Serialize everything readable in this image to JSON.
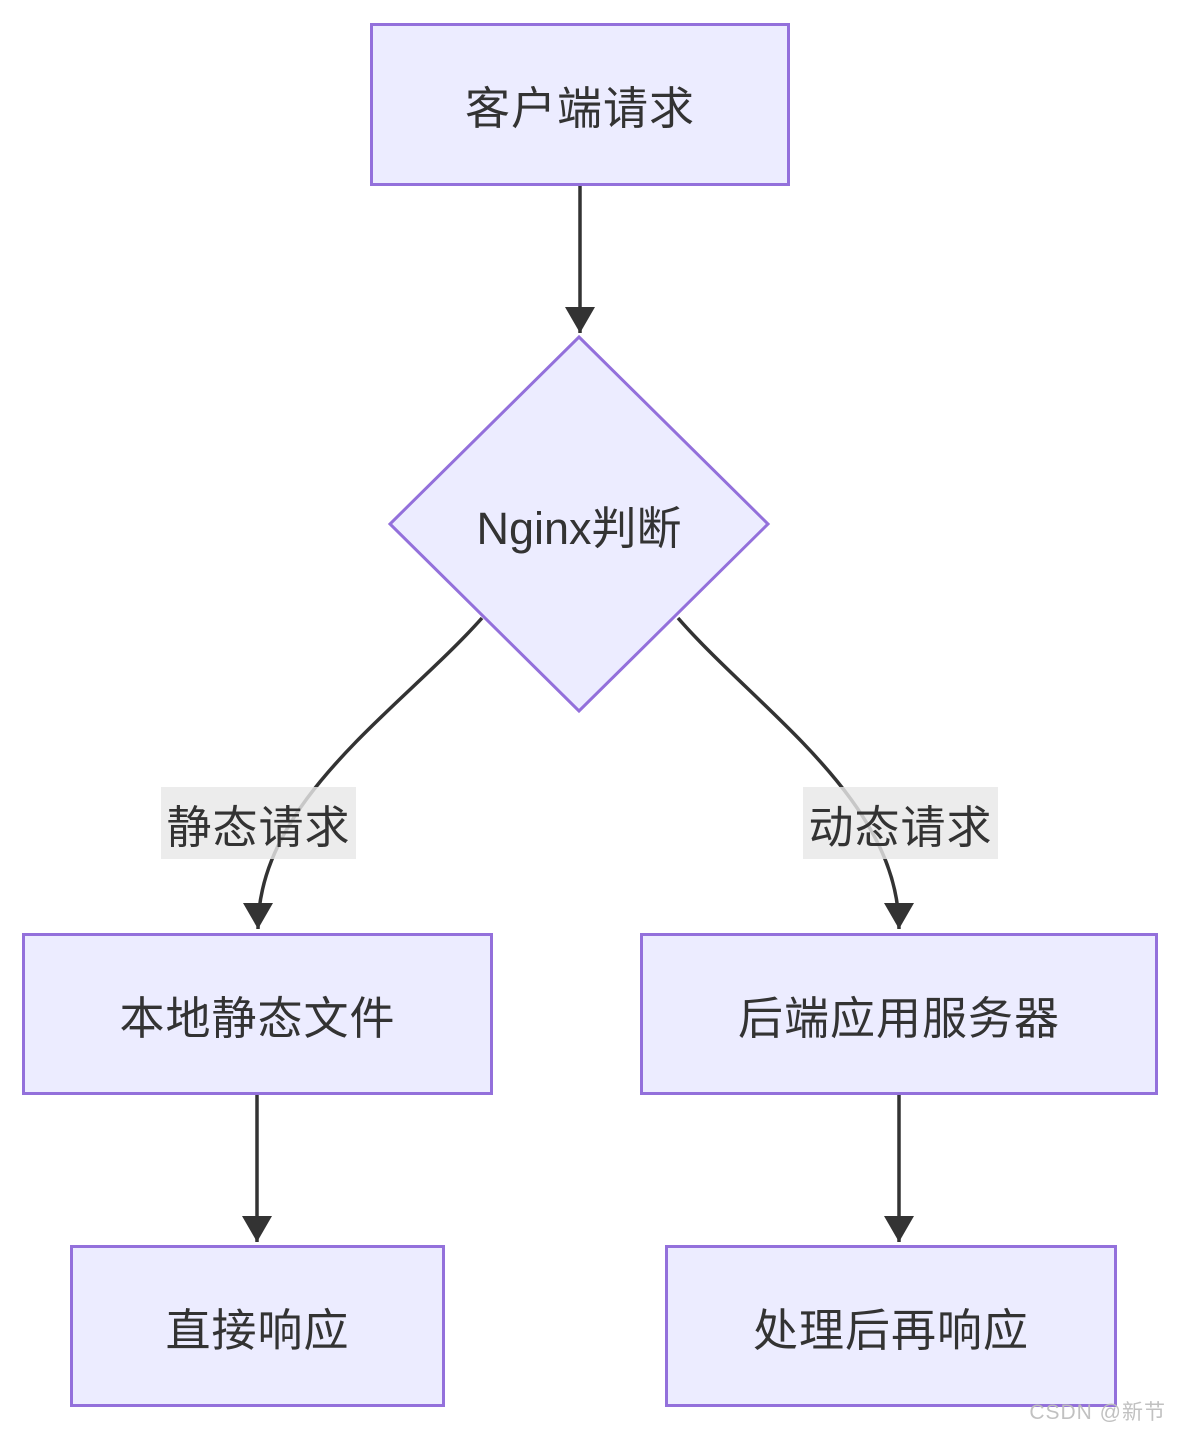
{
  "diagram": {
    "type": "flowchart",
    "direction": "top-down",
    "nodes": {
      "client": {
        "label": "客户端请求",
        "shape": "rect"
      },
      "nginx": {
        "label": "Nginx判断",
        "shape": "diamond"
      },
      "static_file": {
        "label": "本地静态文件",
        "shape": "rect"
      },
      "backend": {
        "label": "后端应用服务器",
        "shape": "rect"
      },
      "direct": {
        "label": "直接响应",
        "shape": "rect"
      },
      "processed": {
        "label": "处理后再响应",
        "shape": "rect"
      }
    },
    "edges": [
      {
        "from": "client",
        "to": "nginx",
        "label": ""
      },
      {
        "from": "nginx",
        "to": "static_file",
        "label": "静态请求"
      },
      {
        "from": "nginx",
        "to": "backend",
        "label": "动态请求"
      },
      {
        "from": "static_file",
        "to": "direct",
        "label": ""
      },
      {
        "from": "backend",
        "to": "processed",
        "label": ""
      }
    ],
    "colors": {
      "node_fill": "#ECECFF",
      "node_border": "#9370DB",
      "edge_line": "#333333",
      "edge_label_bg": "#e8e8e8",
      "text": "#333333",
      "background": "#ffffff"
    },
    "watermark": "CSDN @新节"
  }
}
